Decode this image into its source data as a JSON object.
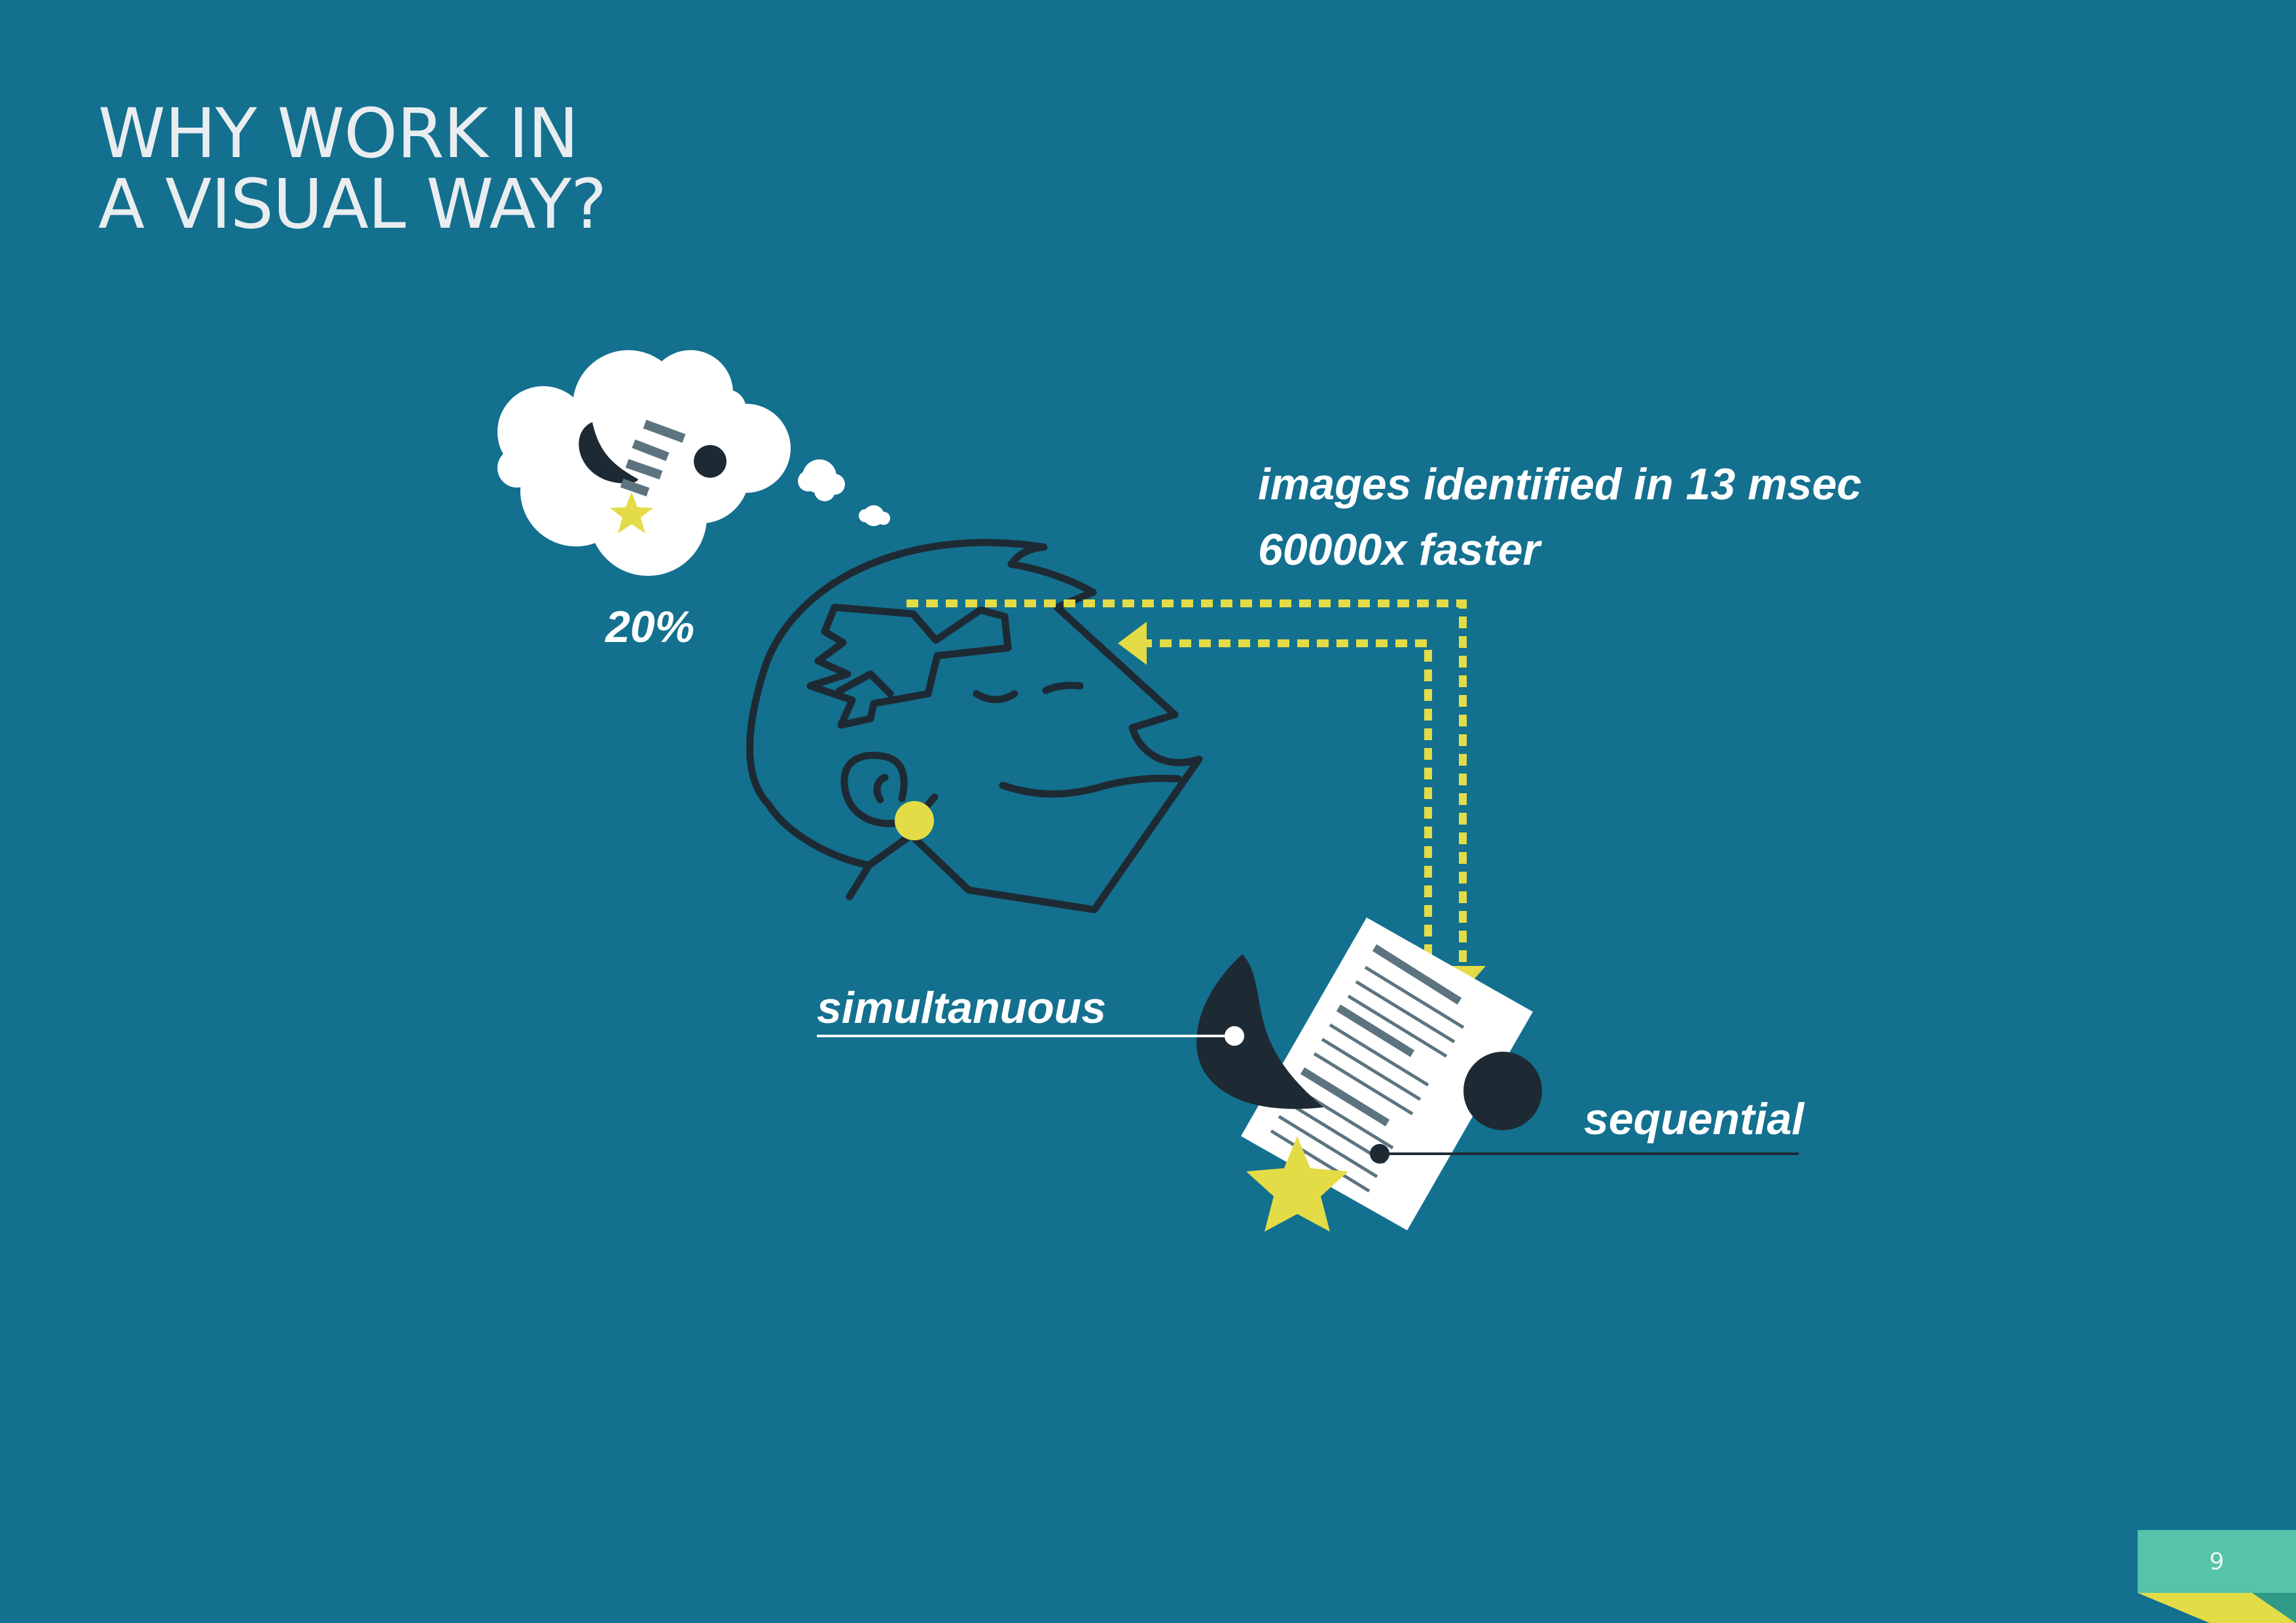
{
  "page": {
    "title_lines": [
      "WHY WORK IN",
      "A VISUAL WAY?"
    ],
    "page_number": "9"
  },
  "illustration": {
    "thought_percent": "20%",
    "stats": [
      "images identified in 13 msec",
      "60000x faster"
    ],
    "label_left": "simultanuous",
    "label_right": "sequential"
  },
  "colors": {
    "background": "#13708f",
    "accent_yellow": "#e3dc46",
    "dark": "#1e2a33",
    "page_tab": "#55c4a9"
  }
}
